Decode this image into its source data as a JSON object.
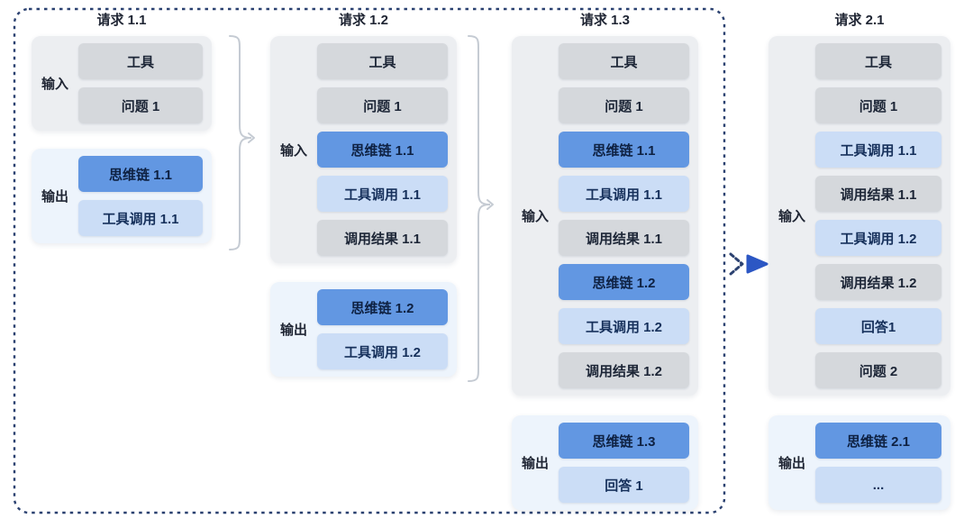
{
  "columns": [
    {
      "title": "请求 1.1",
      "input": {
        "label": "输入",
        "boxes": [
          {
            "text": "工具",
            "style": "gray"
          },
          {
            "text": "问题 1",
            "style": "gray"
          }
        ]
      },
      "output": {
        "label": "输出",
        "boxes": [
          {
            "text": "思维链 1.1",
            "style": "blue"
          },
          {
            "text": "工具调用 1.1",
            "style": "lightblue"
          }
        ]
      }
    },
    {
      "title": "请求 1.2",
      "input": {
        "label": "输入",
        "boxes": [
          {
            "text": "工具",
            "style": "gray"
          },
          {
            "text": "问题 1",
            "style": "gray"
          },
          {
            "text": "思维链 1.1",
            "style": "blue"
          },
          {
            "text": "工具调用 1.1",
            "style": "lightblue"
          },
          {
            "text": "调用结果 1.1",
            "style": "gray"
          }
        ]
      },
      "output": {
        "label": "输出",
        "boxes": [
          {
            "text": "思维链 1.2",
            "style": "blue"
          },
          {
            "text": "工具调用 1.2",
            "style": "lightblue"
          }
        ]
      }
    },
    {
      "title": "请求 1.3",
      "input": {
        "label": "输入",
        "boxes": [
          {
            "text": "工具",
            "style": "gray"
          },
          {
            "text": "问题 1",
            "style": "gray"
          },
          {
            "text": "思维链 1.1",
            "style": "blue"
          },
          {
            "text": "工具调用 1.1",
            "style": "lightblue"
          },
          {
            "text": "调用结果 1.1",
            "style": "gray"
          },
          {
            "text": "思维链 1.2",
            "style": "blue"
          },
          {
            "text": "工具调用 1.2",
            "style": "lightblue"
          },
          {
            "text": "调用结果 1.2",
            "style": "gray"
          }
        ]
      },
      "output": {
        "label": "输出",
        "boxes": [
          {
            "text": "思维链 1.3",
            "style": "blue"
          },
          {
            "text": "回答 1",
            "style": "lightblue"
          }
        ]
      }
    },
    {
      "title": "请求 2.1",
      "input": {
        "label": "输入",
        "boxes": [
          {
            "text": "工具",
            "style": "gray"
          },
          {
            "text": "问题 1",
            "style": "gray"
          },
          {
            "text": "工具调用 1.1",
            "style": "lightblue"
          },
          {
            "text": "调用结果 1.1",
            "style": "gray"
          },
          {
            "text": "工具调用 1.2",
            "style": "lightblue"
          },
          {
            "text": "调用结果 1.2",
            "style": "gray"
          },
          {
            "text": "回答1",
            "style": "lightblue"
          },
          {
            "text": "问题 2",
            "style": "gray"
          }
        ]
      },
      "output": {
        "label": "输出",
        "boxes": [
          {
            "text": "思维链 2.1",
            "style": "blue"
          },
          {
            "text": "...",
            "style": "lightblue"
          }
        ]
      }
    }
  ],
  "colors": {
    "cot_blue": "#6297E2",
    "call_lightblue": "#CBDDF6",
    "neutral_gray": "#D5D8DC",
    "input_group_bg": "#ECEEF1",
    "output_group_bg": "#EDF4FC",
    "frame_dash_blue": "#2B4170",
    "arrowhead_blue": "#2C57C4",
    "brace_gray": "#C5CBD3",
    "text_dark": "#1C2536"
  }
}
